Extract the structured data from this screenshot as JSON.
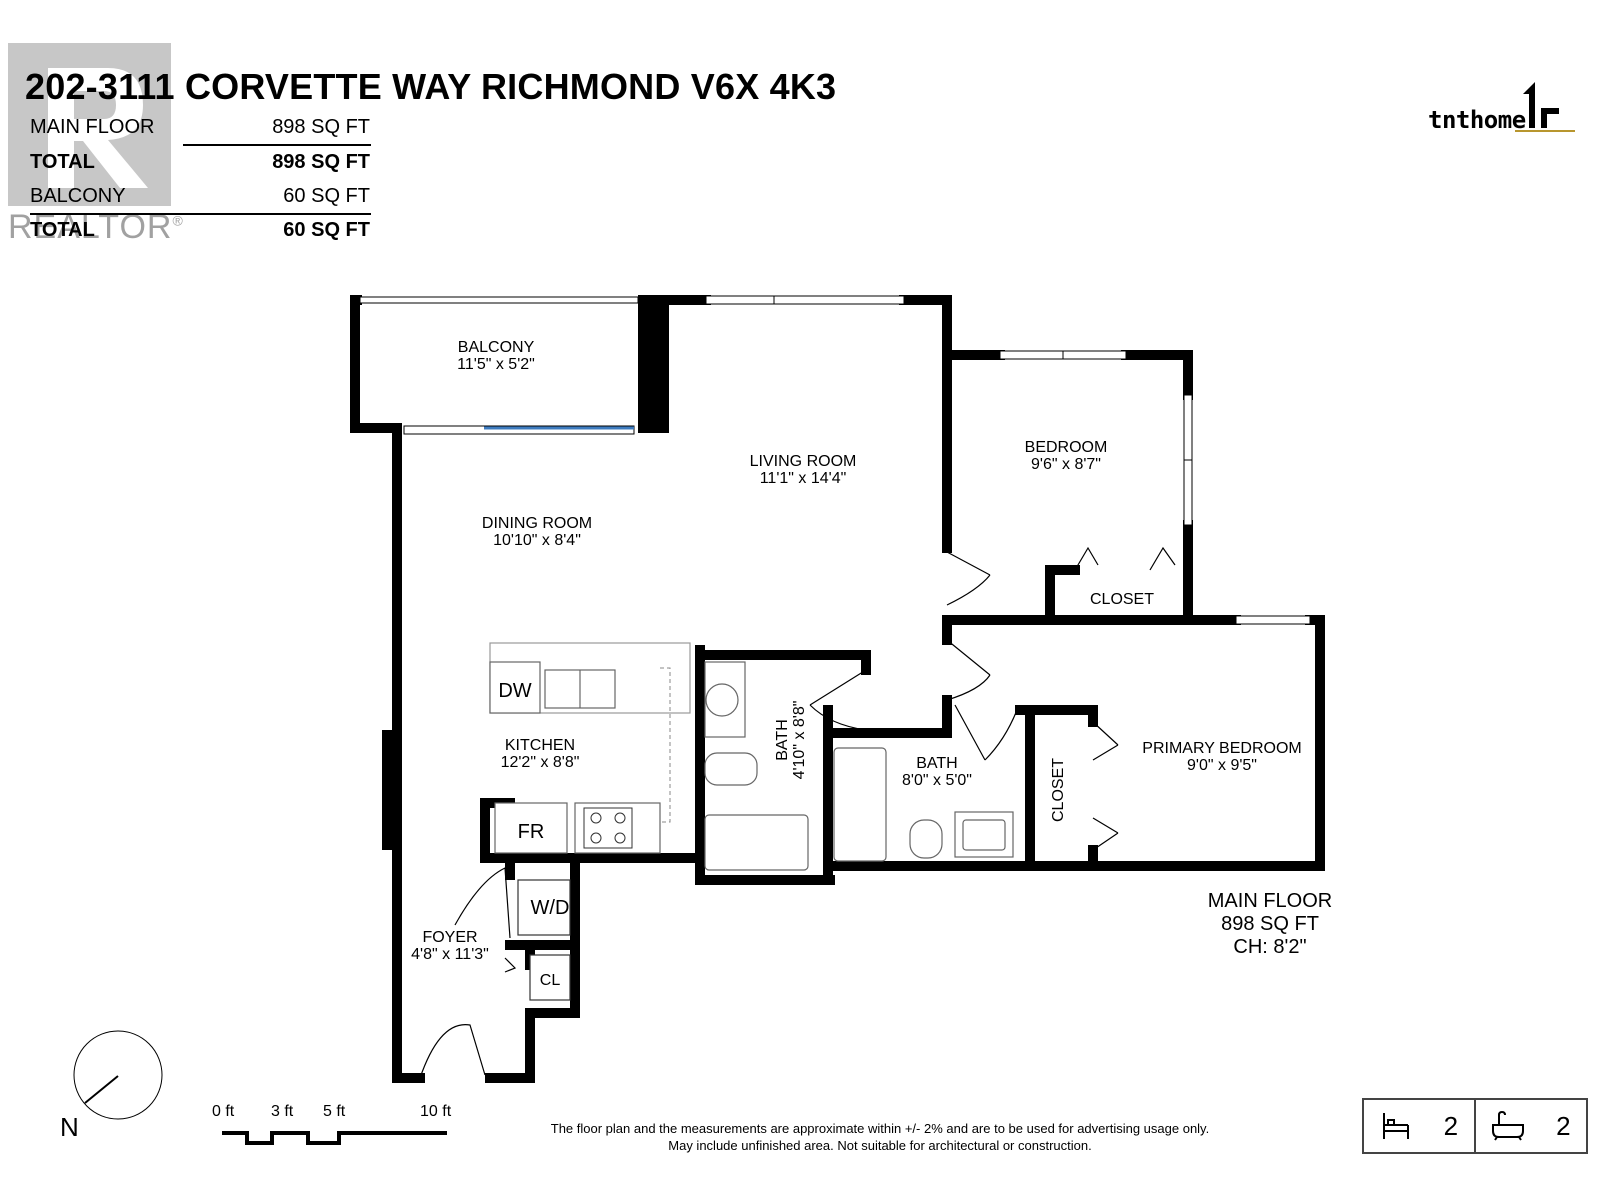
{
  "header": {
    "address": "202-3111 CORVETTE WAY RICHMOND V6X 4K3"
  },
  "areas": [
    {
      "label": "MAIN FLOOR",
      "value": "898 SQ FT",
      "bold": false
    },
    {
      "label": "TOTAL",
      "value": "898 SQ FT",
      "bold": true
    },
    {
      "label": "BALCONY",
      "value": "60 SQ FT",
      "bold": false
    },
    {
      "label": "TOTAL",
      "value": "60 SQ FT",
      "bold": true
    }
  ],
  "watermark": {
    "text": "REALTOR",
    "mark": "®"
  },
  "logo": {
    "text": "tnthome"
  },
  "rooms": {
    "balcony": {
      "name": "BALCONY",
      "dims": "11'5\" x 5'2\""
    },
    "living": {
      "name": "LIVING ROOM",
      "dims": "11'1\" x 14'4\""
    },
    "bedroom": {
      "name": "BEDROOM",
      "dims": "9'6\" x 8'7\""
    },
    "dining": {
      "name": "DINING ROOM",
      "dims": "10'10\" x 8'4\""
    },
    "closet1": {
      "name": "CLOSET"
    },
    "kitchen": {
      "name": "KITCHEN",
      "dims": "12'2\" x 8'8\""
    },
    "bath1": {
      "name": "BATH",
      "dims": "4'10\" x 8'8\""
    },
    "bath2": {
      "name": "BATH",
      "dims": "8'0\" x 5'0\""
    },
    "closet2": {
      "name": "CLOSET"
    },
    "primary": {
      "name": "PRIMARY BEDROOM",
      "dims": "9'0\" x 9'5\""
    },
    "foyer": {
      "name": "FOYER",
      "dims": "4'8\" x 11'3\""
    }
  },
  "fixtures": {
    "dw": "DW",
    "fr": "FR",
    "wd": "W/D",
    "cl": "CL"
  },
  "main_floor": {
    "name": "MAIN FLOOR",
    "area": "898 SQ FT",
    "ceiling": "CH: 8'2\""
  },
  "compass": {
    "label": "N"
  },
  "scale": {
    "labels": [
      "0 ft",
      "3 ft",
      "5 ft",
      "10 ft"
    ]
  },
  "disclaimer": {
    "line1": "The floor plan and the measurements are approximate within +/- 2% and are to be used for advertising usage only.",
    "line2": "May include unfinished area. Not suitable for architectural or construction."
  },
  "counts": {
    "bedrooms": "2",
    "bathrooms": "2",
    "bed_icon": "bed-icon",
    "bath_icon": "bathtub-icon"
  }
}
